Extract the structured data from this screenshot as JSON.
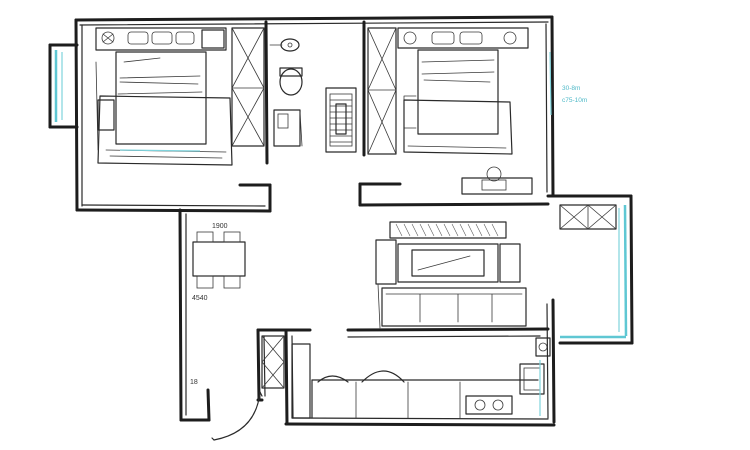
{
  "colors": {
    "wall": "#1d1d1d",
    "line": "#2a2a2a",
    "glass": "#5fc7d3",
    "background": "#ffffff"
  },
  "annotations": {
    "master_bedroom_note_1": "30-8m",
    "master_bedroom_note_2": "c75-10m",
    "dining_top": "1900",
    "dining_bottom": "4540",
    "entry": "18"
  },
  "icons": {
    "stove": "stove-icon",
    "toilet": "toilet-icon",
    "sink": "sink-icon",
    "door": "door-swing-icon"
  }
}
